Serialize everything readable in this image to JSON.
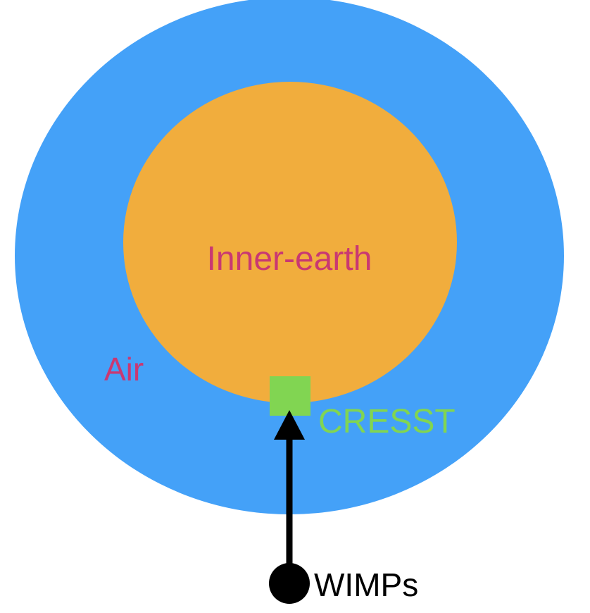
{
  "labels": {
    "inner": "Inner-earth",
    "outer": "Air",
    "detector": "CRESST",
    "source": "WIMPs"
  },
  "colors": {
    "outer_region": "#44a1f8",
    "inner_region": "#f1ad3d",
    "detector": "#81d552",
    "label_text": "#c93872",
    "detector_label": "#81d552",
    "arrow": "#000000",
    "source_label": "#000000"
  }
}
